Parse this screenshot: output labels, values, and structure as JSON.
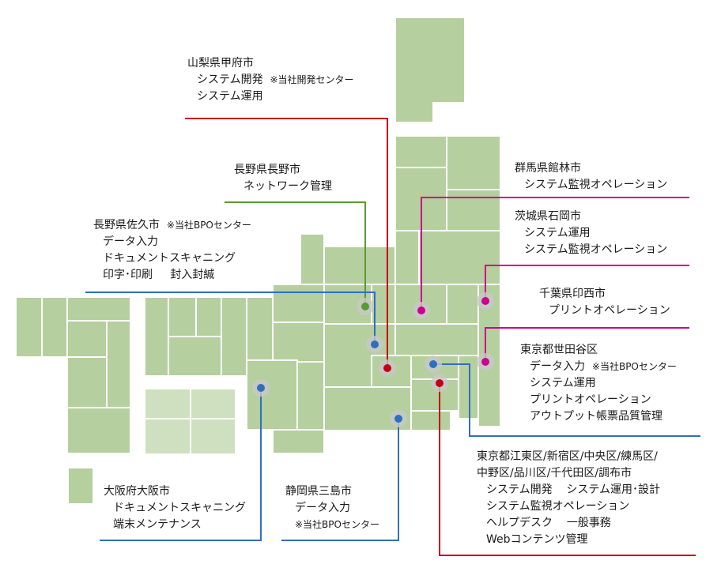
{
  "colors": {
    "land": "#b5cf9e",
    "land_light": "#cfe0c0",
    "border": "#ffffff",
    "red": "#c40018",
    "green": "#5a9a34",
    "blue": "#2f6fc0",
    "magenta": "#cc0090",
    "halo": "#c8c8c8"
  },
  "offices": {
    "kofu": {
      "title": "山梨県甲府市",
      "lines": [
        "システム開発",
        "システム運用"
      ],
      "note": "※当社開発センター"
    },
    "nagano": {
      "title": "長野県長野市",
      "lines": [
        "ネットワーク管理"
      ]
    },
    "saku": {
      "title": "長野県佐久市",
      "note": "※当社BPOセンター",
      "lines": [
        "データ入力",
        "ドキュメントスキャニング",
        "印字･印刷",
        "封入封緘"
      ]
    },
    "tatebayashi": {
      "title": "群馬県館林市",
      "lines": [
        "システム監視オペレーション"
      ]
    },
    "ishioka": {
      "title": "茨城県石岡市",
      "lines": [
        "システム運用",
        "システム監視オペレーション"
      ]
    },
    "inzai": {
      "title": "千葉県印西市",
      "lines": [
        "プリントオペレーション"
      ]
    },
    "setagaya": {
      "title": "東京都世田谷区",
      "lines": [
        "データ入力",
        "システム運用",
        "プリントオペレーション",
        "アウトプット帳票品質管理"
      ],
      "note": "※当社BPOセンター"
    },
    "tokyo23": {
      "title_1": "東京都江東区/新宿区/中央区/練馬区/",
      "title_2": "中野区/品川区/千代田区/調布市",
      "lines": [
        "システム開発",
        "システム運用･設計",
        "システム監視オペレーション",
        "ヘルプデスク",
        "一般事務",
        "Webコンテンツ管理"
      ]
    },
    "mishima": {
      "title": "静岡県三島市",
      "lines": [
        "データ入力"
      ],
      "note": "※当社BPOセンター"
    },
    "osaka": {
      "title": "大阪府大阪市",
      "lines": [
        "ドキュメントスキャニング",
        "端末メンテナンス"
      ]
    }
  }
}
